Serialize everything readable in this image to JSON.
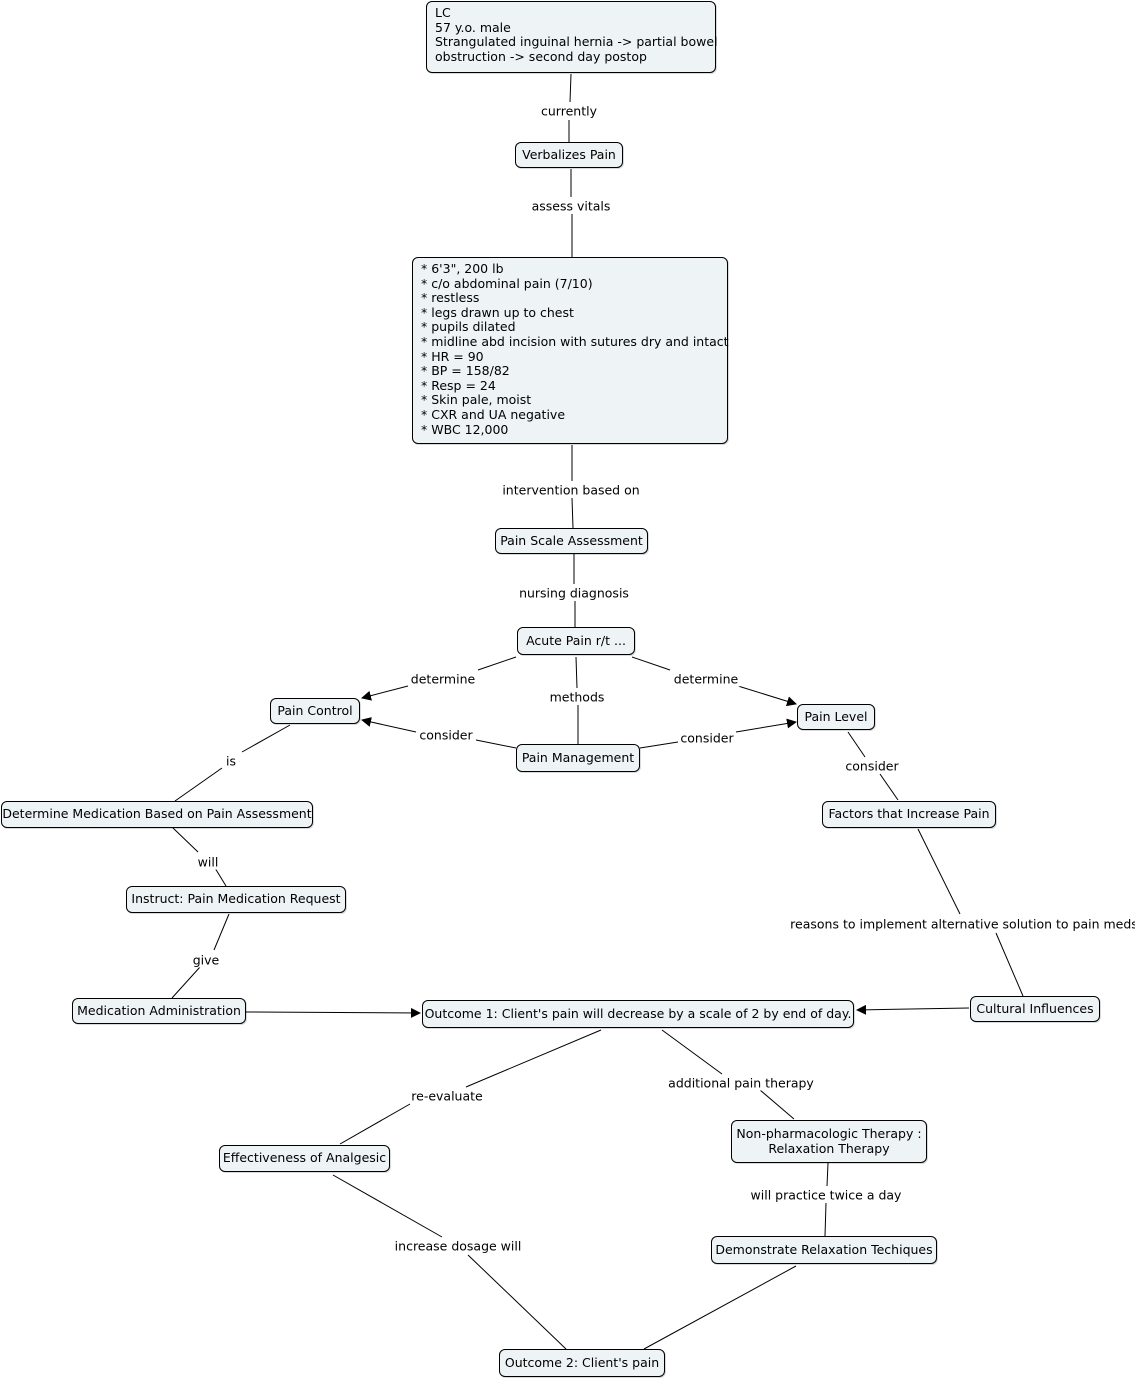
{
  "nodes": {
    "case_info": [
      "LC",
      "57 y.o. male",
      "Strangulated inguinal hernia -> partial bowel",
      "obstruction -> second day postop"
    ],
    "verbalizes_pain": "Verbalizes Pain",
    "vitals": [
      "* 6'3\", 200 lb",
      "* c/o abdominal pain (7/10)",
      "* restless",
      "* legs drawn up to chest",
      "* pupils dilated",
      "* midline abd incision with sutures dry and intact",
      "* HR = 90",
      "* BP = 158/82",
      "* Resp = 24",
      "* Skin pale, moist",
      "* CXR and UA negative",
      "* WBC 12,000"
    ],
    "pain_scale": "Pain Scale Assessment",
    "acute_pain": "Acute Pain r/t ...",
    "pain_control": "Pain Control",
    "pain_level": "Pain Level",
    "pain_management": "Pain Management",
    "determine_med": "Determine Medication Based on Pain Assessment",
    "factors": "Factors that Increase Pain",
    "instruct": "Instruct: Pain Medication Request",
    "med_admin": "Medication Administration",
    "outcome1": "Outcome 1: Client's pain will decrease by a scale of 2 by end of day.",
    "cultural": "Cultural Influences",
    "effectiveness": "Effectiveness of Analgesic",
    "non_pharm": [
      "Non-pharmacologic Therapy :",
      "Relaxation Therapy"
    ],
    "demonstrate": "Demonstrate Relaxation Techiques",
    "outcome2": "Outcome 2: Client's pain"
  },
  "links": {
    "currently": "currently",
    "assess_vitals": "assess vitals",
    "intervention": "intervention based on",
    "nursing_dx": "nursing diagnosis",
    "determine_left": "determine",
    "methods": "methods",
    "determine_right": "determine",
    "consider_left": "consider",
    "consider_right": "consider",
    "consider_level": "consider",
    "is": "is",
    "will": "will",
    "give": "give",
    "reasons": "reasons to implement alternative solution to pain meds",
    "reevaluate": "re-evaluate",
    "additional": "additional pain therapy",
    "practice": "will practice twice a day",
    "increase": "increase dosage will"
  }
}
